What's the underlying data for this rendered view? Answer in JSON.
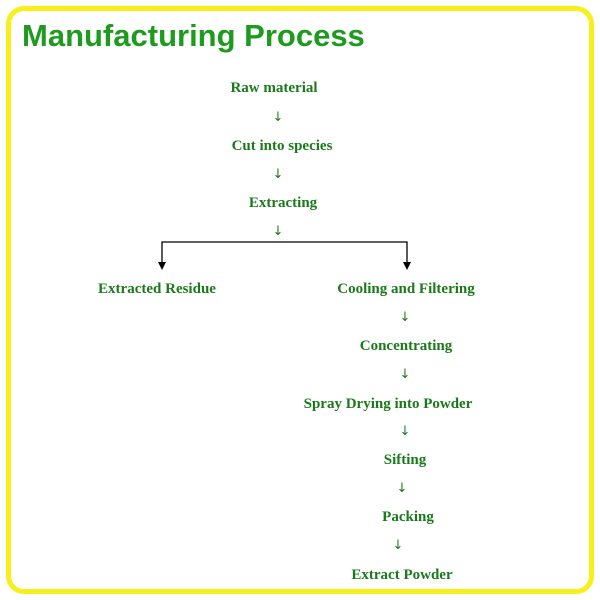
{
  "title": "Manufacturing Process",
  "colors": {
    "frame": "#f7ee1a",
    "title": "#1e9a1e",
    "text": "#1a7a1a",
    "connector": "#000000"
  },
  "steps": {
    "raw_material": "Raw material",
    "cut": "Cut into species",
    "extracting": "Extracting",
    "residue": "Extracted Residue",
    "cooling": "Cooling and Filtering",
    "concentrating": "Concentrating",
    "spray": "Spray Drying into Powder",
    "sifting": "Sifting",
    "packing": "Packing",
    "extract_powder": "Extract Powder"
  },
  "arrow_glyph": "↓"
}
